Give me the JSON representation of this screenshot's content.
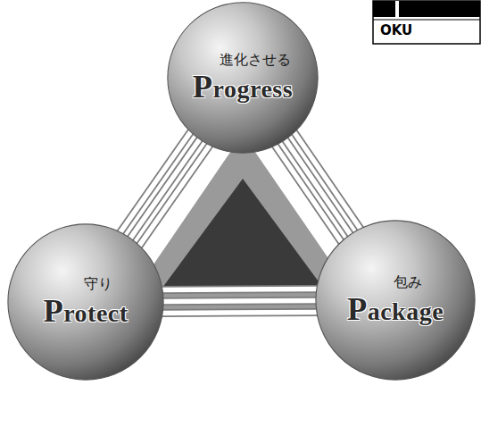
{
  "diagram": {
    "nodes": [
      {
        "text": [
          "進化させる",
          "Progress"
        ]
      },
      {
        "text": [
          "守り",
          "Protect"
        ]
      },
      {
        "text": [
          "包み",
          "Package"
        ]
      }
    ],
    "edges": [
      {
        "from": 0,
        "to": 1,
        "arrow": "none"
      },
      {
        "from": 0,
        "to": 2,
        "arrow": "none"
      },
      {
        "from": 1,
        "to": 2,
        "arrow": "none"
      }
    ],
    "labels": [
      "OKU"
    ]
  }
}
